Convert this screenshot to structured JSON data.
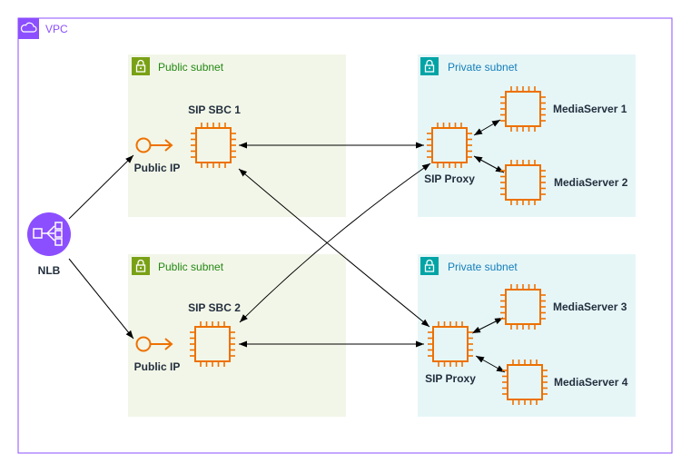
{
  "vpc": {
    "label": "VPC",
    "border_color": "#8c4fff"
  },
  "subnets": [
    {
      "id": "public-1",
      "label": "Public subnet",
      "kind": "public"
    },
    {
      "id": "private-1",
      "label": "Private subnet",
      "kind": "private"
    },
    {
      "id": "public-2",
      "label": "Public subnet",
      "kind": "public"
    },
    {
      "id": "private-2",
      "label": "Private subnet",
      "kind": "private"
    }
  ],
  "nodes": {
    "nlb": "NLB",
    "ip1": "Public IP",
    "ip2": "Public IP",
    "sbc1": "SIP SBC 1",
    "sbc2": "SIP SBC 2",
    "proxy1": "SIP Proxy",
    "proxy2": "SIP Proxy",
    "ms1": "MediaServer 1",
    "ms2": "MediaServer 2",
    "ms3": "MediaServer 3",
    "ms4": "MediaServer 4"
  },
  "colors": {
    "public_fill": "#f2f6e8",
    "public_accent": "#7aa116",
    "private_fill": "#e6f6f7",
    "private_accent": "#00a4a6",
    "compute": "#ed7100",
    "nlb": "#8c4fff"
  },
  "icons": {
    "vpc": "cloud-lock-icon",
    "subnet": "padlock-icon",
    "compute": "ec2-instance-icon",
    "nlb": "network-load-balancer-icon",
    "ip": "elastic-ip-icon"
  }
}
